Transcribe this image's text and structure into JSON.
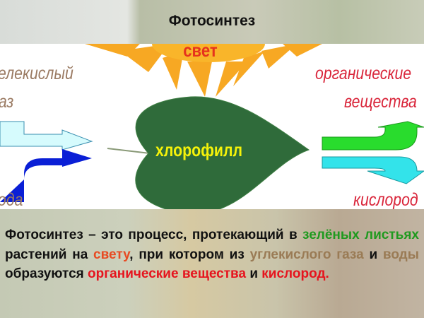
{
  "title": "Фотосинтез",
  "diagram": {
    "sun_label": "свет",
    "leaf_label": "хлорофилл",
    "inputs": {
      "co2_line1": "елекислый",
      "co2_line2": "аз",
      "water": "ода"
    },
    "outputs": {
      "organic_line1": "органические",
      "organic_line2": "вещества",
      "oxygen": "кислород"
    },
    "colors": {
      "sun": "#f7a823",
      "leaf": "#2f6b3a",
      "co2_arrow": "#d6fbfd",
      "water_arrow": "#0a1fd6",
      "organic_arrow": "#29dc2d",
      "oxygen_arrow": "#33e3ea"
    }
  },
  "definition": {
    "p1": "Фотосинтез – это процесс, протекающий в ",
    "green": "зелёных листьях",
    "p2": " растений на ",
    "light": "свету",
    "p3": ", при котором из ",
    "co2": "углекислого газа",
    "p4": " и ",
    "water": "воды",
    "p5": " образуются ",
    "organic": "органические вещества",
    "p6": " и ",
    "oxygen": "кислород."
  }
}
